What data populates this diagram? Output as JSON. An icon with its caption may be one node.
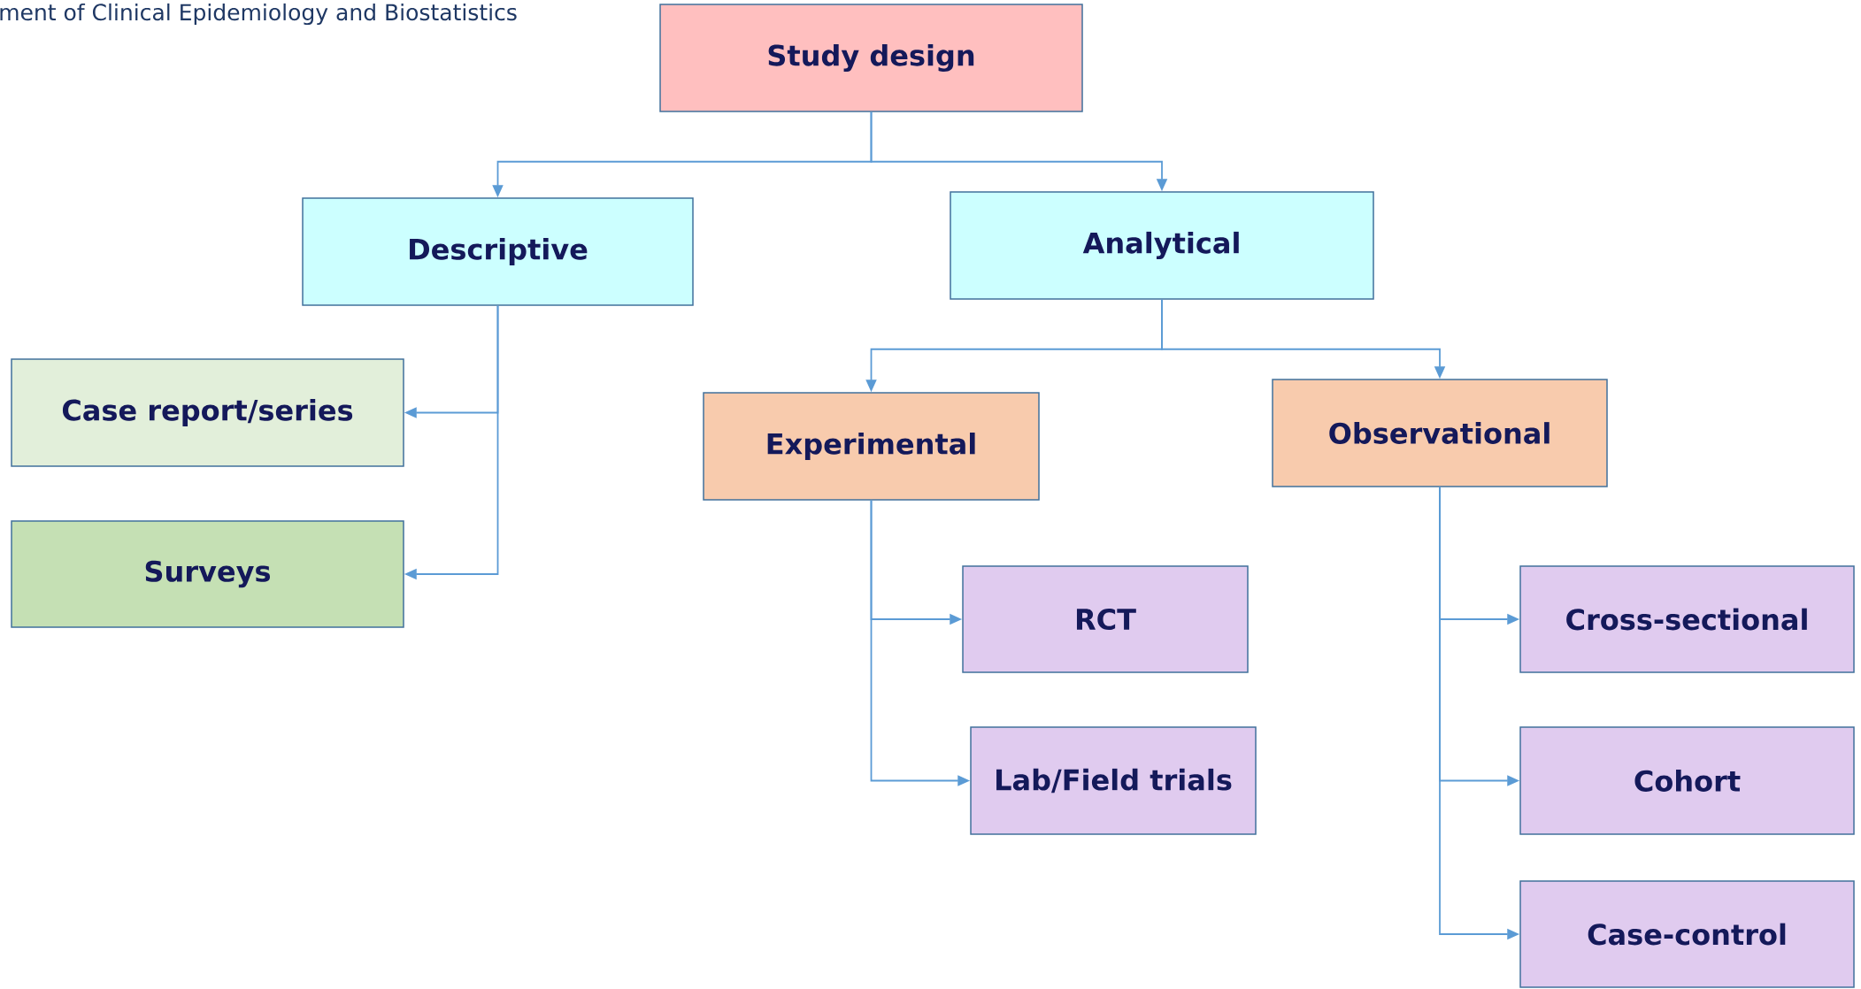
{
  "diagram": {
    "nodes": [
      {
        "text": [
          "Study design"
        ]
      },
      {
        "text": [
          "Descriptive"
        ]
      },
      {
        "text": [
          "Analytical"
        ]
      },
      {
        "text": [
          "Case report/series"
        ]
      },
      {
        "text": [
          "Surveys"
        ]
      },
      {
        "text": [
          "Experimental"
        ]
      },
      {
        "text": [
          "Observational"
        ]
      },
      {
        "text": [
          "RCT"
        ]
      },
      {
        "text": [
          "Lab/Field trials"
        ]
      },
      {
        "text": [
          "Cross-sectional"
        ]
      },
      {
        "text": [
          "Cohort"
        ]
      },
      {
        "text": [
          "Case-control"
        ]
      }
    ],
    "edges": [
      {
        "from": 0,
        "to": 1,
        "arrow": "to"
      },
      {
        "from": 0,
        "to": 2,
        "arrow": "to"
      },
      {
        "from": 1,
        "to": 3,
        "arrow": "to"
      },
      {
        "from": 1,
        "to": 4,
        "arrow": "to"
      },
      {
        "from": 2,
        "to": 5,
        "arrow": "to"
      },
      {
        "from": 2,
        "to": 6,
        "arrow": "to"
      },
      {
        "from": 5,
        "to": 7,
        "arrow": "to"
      },
      {
        "from": 5,
        "to": 8,
        "arrow": "to"
      },
      {
        "from": 6,
        "to": 9,
        "arrow": "to"
      },
      {
        "from": 6,
        "to": 10,
        "arrow": "to"
      },
      {
        "from": 6,
        "to": 11,
        "arrow": "to"
      }
    ],
    "labels": [
      "ment of Clinical Epidemiology and Biostatistics"
    ]
  }
}
